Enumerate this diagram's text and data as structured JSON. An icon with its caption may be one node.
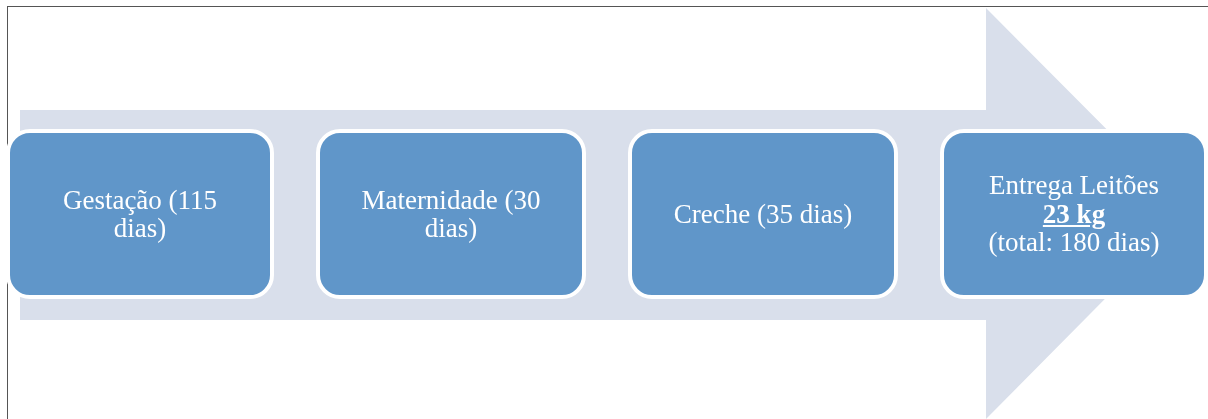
{
  "diagram": {
    "nodes": [
      {
        "text": [
          "Gestação (115 dias)"
        ]
      },
      {
        "text": [
          "Maternidade (30 dias)"
        ]
      },
      {
        "text": [
          "Creche (35 dias)"
        ]
      },
      {
        "text": [
          "Entrega Leitões **23 kg** (total: 180 dias)"
        ]
      }
    ]
  }
}
